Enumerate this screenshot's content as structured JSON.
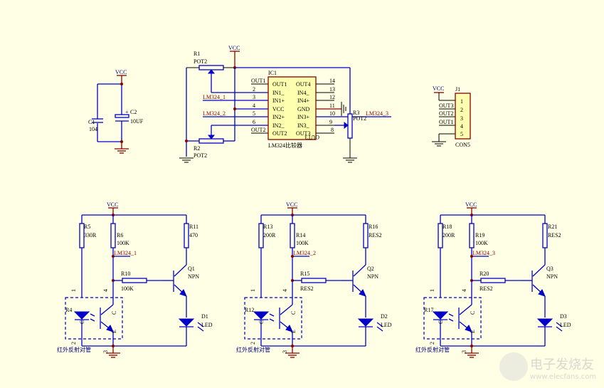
{
  "colors": {
    "background": "#ffffe6",
    "wire": "#0000c8",
    "power": "#8b0000",
    "ic_fill": "#ffffb0"
  },
  "power_labels": {
    "vcc": "VCC"
  },
  "decoupling": {
    "c1": {
      "ref": "C1",
      "value": "104"
    },
    "c2": {
      "ref": "C2",
      "value": "10UF"
    }
  },
  "pots": {
    "r1": {
      "ref": "R1",
      "value": "POT2"
    },
    "r2": {
      "ref": "R2",
      "value": "POT2"
    },
    "r3": {
      "ref": "R3",
      "value": "POT2"
    }
  },
  "ic1": {
    "ref": "IC1",
    "caption": "LM324比较器",
    "left_pins": [
      {
        "num": "",
        "name": "OUT1",
        "net": "OUT1"
      },
      {
        "num": "2",
        "name": "IN1_",
        "net": ""
      },
      {
        "num": "3",
        "name": "IN1+",
        "net": "LM324_1"
      },
      {
        "num": "4",
        "name": "VCC",
        "net": ""
      },
      {
        "num": "5",
        "name": "IN2+",
        "net": "LM324_2"
      },
      {
        "num": "6",
        "name": "IN2_",
        "net": ""
      },
      {
        "num": "",
        "name": "OUT2",
        "net": "OUT2"
      }
    ],
    "right_pins": [
      {
        "num": "14",
        "name": "OUT4"
      },
      {
        "num": "13",
        "name": "IN4_"
      },
      {
        "num": "12",
        "name": "IN4+"
      },
      {
        "num": "11",
        "name": "GND"
      },
      {
        "num": "10",
        "name": "IN3+"
      },
      {
        "num": "9",
        "name": "IN3_"
      },
      {
        "num": "8",
        "name": "OUT3"
      }
    ],
    "out3_label": "OUT3",
    "lm324_3_net": "LM324_3"
  },
  "connector": {
    "ref": "J1",
    "value": "CON5",
    "pins": [
      "1",
      "2",
      "3",
      "4",
      "5"
    ],
    "nets": [
      "VCC",
      "OUT3",
      "OUT2",
      "OUT1",
      ""
    ]
  },
  "channels": [
    {
      "r_led": {
        "ref": "R5",
        "value": "330R"
      },
      "r_pull": {
        "ref": "R6",
        "value": "100K"
      },
      "r_col": {
        "ref": "R11",
        "value": "470"
      },
      "r_base": {
        "ref": "R10",
        "value": "100K"
      },
      "net": "LM324_1",
      "q": {
        "ref": "Q1",
        "value": "NPN"
      },
      "led": {
        "ref": "D1",
        "value": "LED"
      },
      "sensor": {
        "ref": "R4",
        "caption": "红外反射对管",
        "pins": [
          "1",
          "2",
          "3",
          "4"
        ],
        "c": "C",
        "e": "E",
        "a": "C"
      }
    },
    {
      "r_led": {
        "ref": "R13",
        "value": "200R"
      },
      "r_pull": {
        "ref": "R14",
        "value": "100K"
      },
      "r_col": {
        "ref": "R16",
        "value": "RES2"
      },
      "r_base": {
        "ref": "R15",
        "value": "RES2"
      },
      "net": "LM324_2",
      "q": {
        "ref": "Q2",
        "value": "NPN"
      },
      "led": {
        "ref": "D2",
        "value": "LED"
      },
      "sensor": {
        "ref": "R12",
        "caption": "红外反射对管",
        "pins": [
          "1",
          "2",
          "3",
          "4"
        ],
        "c": "C",
        "e": "E",
        "a": "C"
      }
    },
    {
      "r_led": {
        "ref": "R18",
        "value": "200R"
      },
      "r_pull": {
        "ref": "R19",
        "value": "100K"
      },
      "r_col": {
        "ref": "R21",
        "value": "RES2"
      },
      "r_base": {
        "ref": "R20",
        "value": "RES2"
      },
      "net": "LM324_3",
      "q": {
        "ref": "Q3",
        "value": "NPN"
      },
      "led": {
        "ref": "D3",
        "value": "LED"
      },
      "sensor": {
        "ref": "R17",
        "caption": "红外反射对管",
        "pins": [
          "1",
          "2",
          "3",
          "4"
        ],
        "c": "C",
        "e": "E",
        "a": "C"
      }
    }
  ],
  "watermark": {
    "brand": "电子发烧友",
    "url": "www.elecfans.com"
  }
}
